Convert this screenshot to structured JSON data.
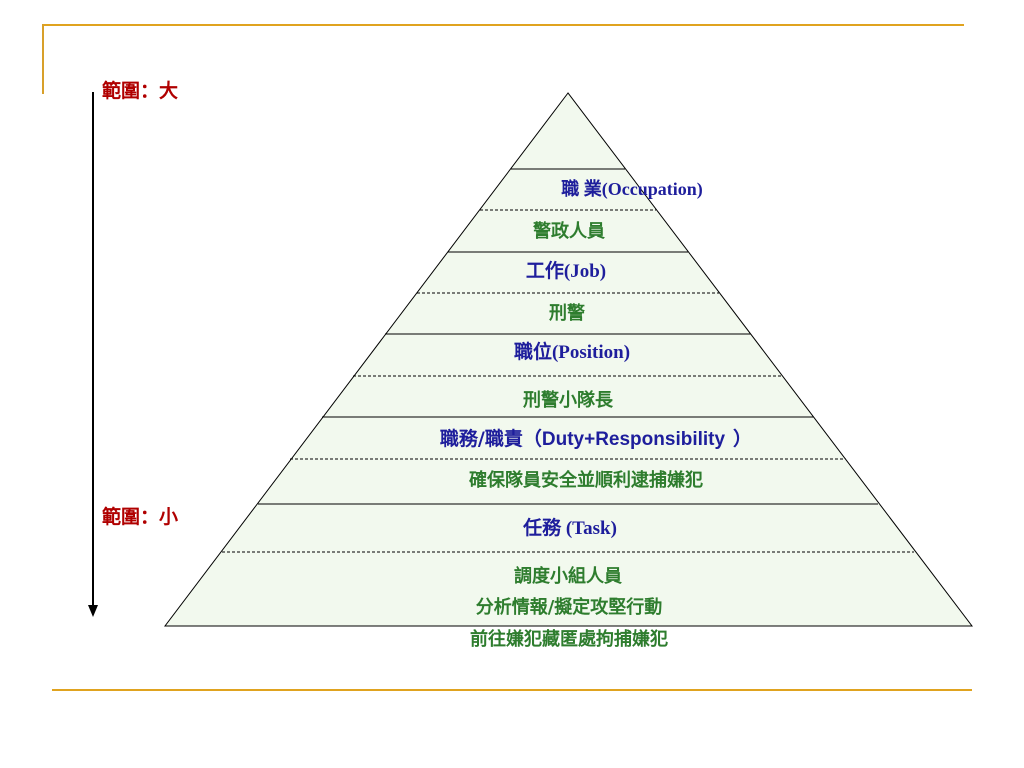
{
  "title": "",
  "scope": {
    "top_label": "範圍：大",
    "bottom_label": "範圍：小"
  },
  "tiers": {
    "occupation": "職 業(Occupation)",
    "police": "警政人員",
    "job": "工作(Job)",
    "detective": "刑警",
    "position": "職位(Position)",
    "squad_leader": "刑警小隊長",
    "duty_prefix": "職務/職責（",
    "duty_latin": "Duty+Responsibility",
    "duty_suffix": "）",
    "duty_example": "確保隊員安全並順利逮捕嫌犯",
    "task": "任務 (Task)",
    "task_line1": "調度小組人員",
    "task_line2": "分析情報/擬定攻堅行動",
    "task_line3": "前往嫌犯藏匿處拘捕嫌犯"
  },
  "colors": {
    "accent_rule": "#e0a31f",
    "category_text": "#1e1e9c",
    "example_text": "#2e7d2e",
    "scope_text": "#b00000",
    "pyramid_fill": "#f2f9ee"
  }
}
